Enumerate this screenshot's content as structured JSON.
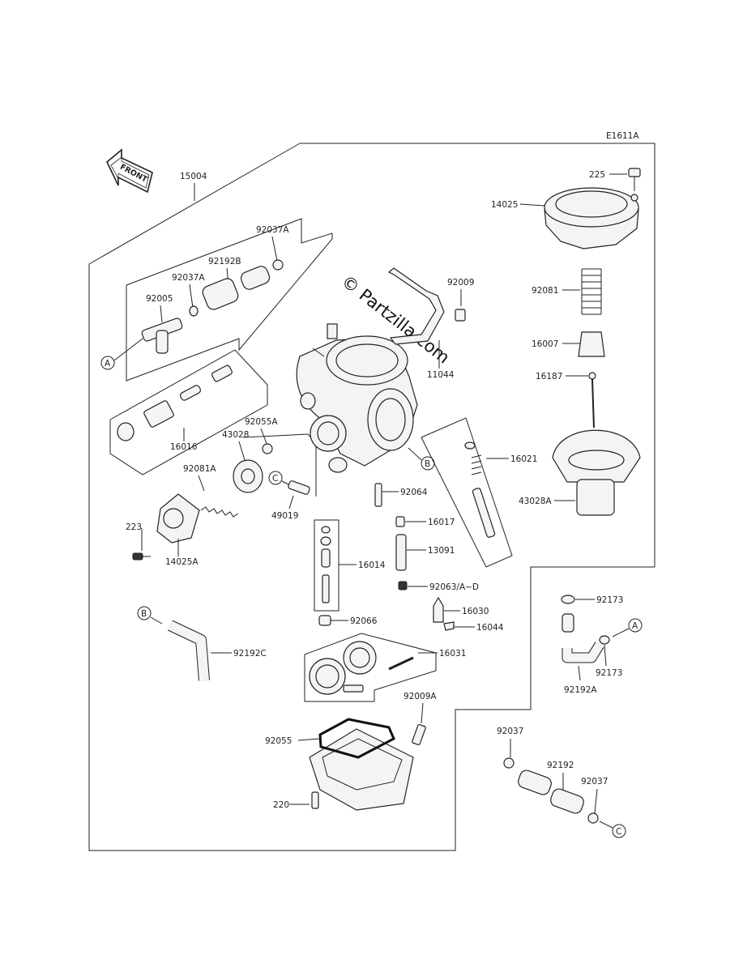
{
  "diagram_code": "E1611A",
  "front_label": "FRONT",
  "watermark": "© Partzilla.com",
  "labels": {
    "p15004": "15004",
    "p92037A_top": "92037A",
    "p92192B": "92192B",
    "p92037A_mid": "92037A",
    "p92005": "92005",
    "p16016": "16016",
    "p92055A": "92055A",
    "p43028": "43028",
    "p92081A": "92081A",
    "p223": "223",
    "p14025A": "14025A",
    "p49019": "49019",
    "p16014": "16014",
    "p92066": "92066",
    "p92064": "92064",
    "p16017": "16017",
    "p13091": "13091",
    "p92063": "92063/A~D",
    "p16030": "16030",
    "p16044": "16044",
    "p16031": "16031",
    "p92192C": "92192C",
    "p92009A": "92009A",
    "p92055": "92055",
    "p220": "220",
    "p92009": "92009",
    "p11044": "11044",
    "p16021": "16021",
    "p225": "225",
    "p14025": "14025",
    "p92081": "92081",
    "p16007": "16007",
    "p16187": "16187",
    "p43028A": "43028A",
    "p92173_top": "92173",
    "p92173_bot": "92173",
    "p92192A": "92192A",
    "p92037": "92037",
    "p92192": "92192",
    "p92037_r": "92037"
  },
  "callouts": {
    "a1": "A",
    "a2": "A",
    "b1": "B",
    "b2": "B",
    "c1": "C",
    "c2": "C"
  }
}
